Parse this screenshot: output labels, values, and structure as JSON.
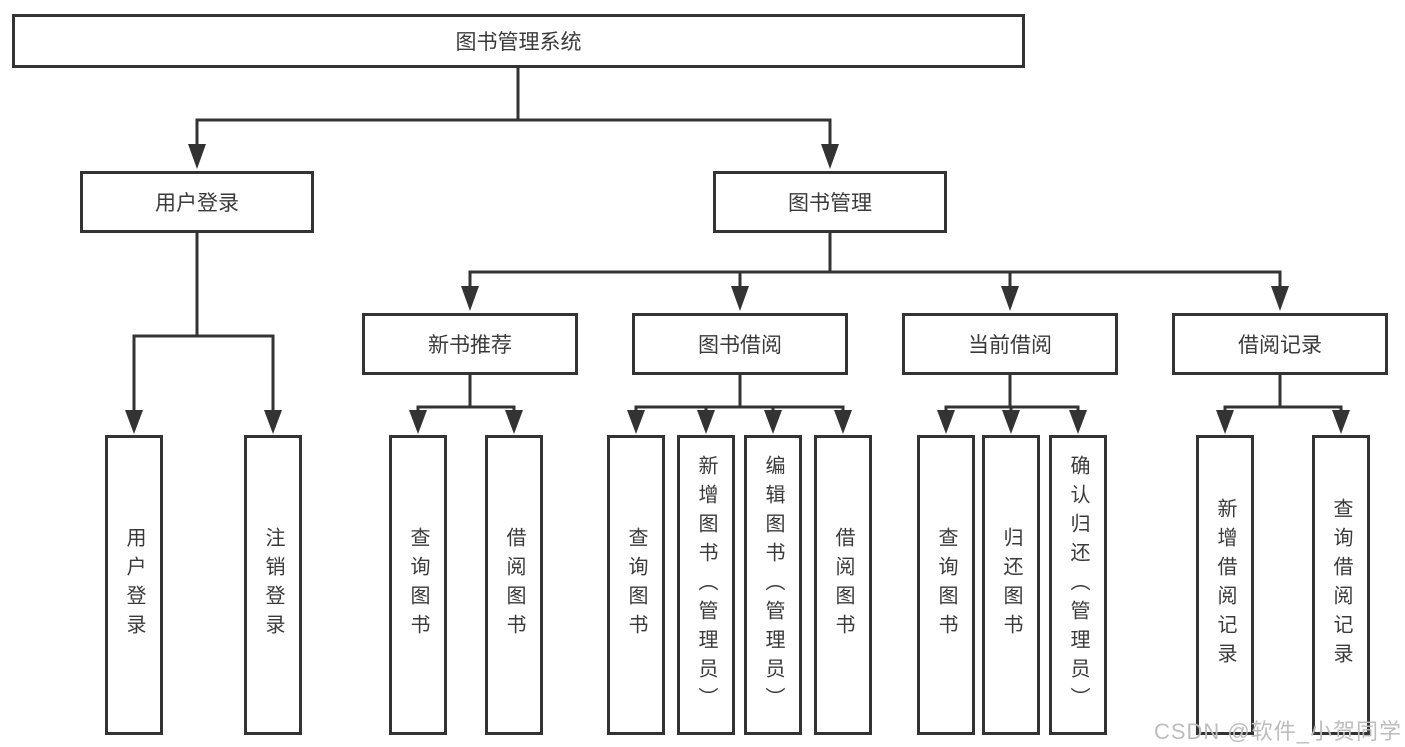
{
  "diagram": {
    "root": {
      "label": "图书管理系统"
    },
    "branches": [
      {
        "label": "用户登录",
        "children": [
          {
            "label": "用户登录"
          },
          {
            "label": "注销登录"
          }
        ]
      },
      {
        "label": "图书管理",
        "children": [
          {
            "label": "新书推荐",
            "children": [
              {
                "label": "查询图书"
              },
              {
                "label": "借阅图书"
              }
            ]
          },
          {
            "label": "图书借阅",
            "children": [
              {
                "label": "查询图书"
              },
              {
                "label": "新增图书（管理员）"
              },
              {
                "label": "编辑图书（管理员）"
              },
              {
                "label": "借阅图书"
              }
            ]
          },
          {
            "label": "当前借阅",
            "children": [
              {
                "label": "查询图书"
              },
              {
                "label": "归还图书"
              },
              {
                "label": "确认归还（管理员）"
              }
            ]
          },
          {
            "label": "借阅记录",
            "children": [
              {
                "label": "新增借阅记录"
              },
              {
                "label": "查询借阅记录"
              }
            ]
          }
        ]
      }
    ]
  },
  "watermark": {
    "text": "CSDN @软件_小贺同学"
  },
  "colors": {
    "line": "#333333",
    "box_border": "#333333",
    "text": "#3a3a3a",
    "watermark": "#bdbdbd",
    "background": "#ffffff"
  }
}
